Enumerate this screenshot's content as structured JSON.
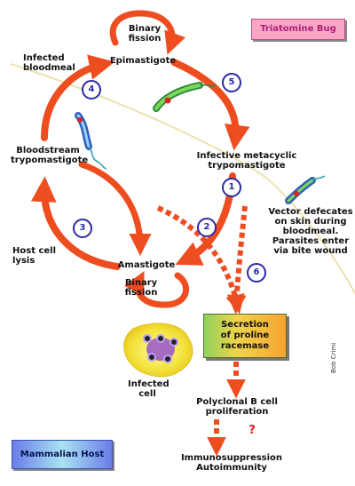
{
  "hosts": {
    "insect": "Triatomine Bug",
    "mammal": "Mammalian Host"
  },
  "labels": {
    "binary_fission_top": "Binary\nfission",
    "epimastigote": "Epimastigote",
    "infected_bloodmeal": "Infected\nbloodmeal",
    "metacyclic": "Infective metacyclic\ntrypomastigote",
    "bloodstream": "Bloodstream\ntrypomastigote",
    "vector_note": "Vector defecates\non skin during\nbloodmeal.\nParasites enter\nvia bite wound",
    "host_lysis": "Host cell\nlysis",
    "amastigote": "Amastigote",
    "binary_fission_bottom": "Binary\nfission",
    "infected_cell": "Infected\ncell",
    "proline": "Secretion\nof proline\nracemase",
    "polyclonal": "Polyclonal B cell\nproliferation",
    "question": "?",
    "autoimmunity": "Immunosuppression\nAutoimmunity"
  },
  "steps": [
    "1",
    "2",
    "3",
    "4",
    "5",
    "6"
  ],
  "credit": "Bob Crimi",
  "colors": {
    "arrow": "#ee4d1f",
    "boundary": "#ece2ae",
    "step_circle": "#2c2aa8",
    "insect_box": "#f8a6c6",
    "cell_body": "#f4e33a"
  }
}
